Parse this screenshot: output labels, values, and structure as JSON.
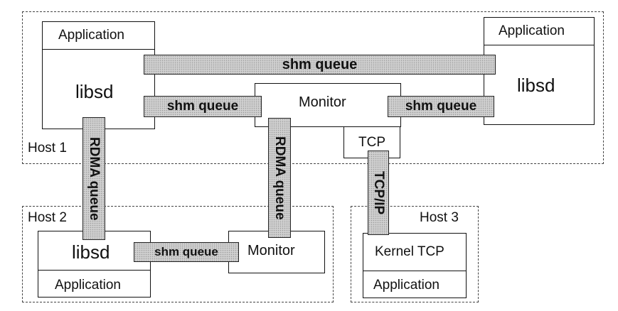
{
  "hosts": {
    "host1": "Host 1",
    "host2": "Host 2",
    "host3": "Host 3"
  },
  "host1": {
    "app_left": "Application",
    "libsd_left": "libsd",
    "app_right": "Application",
    "libsd_right": "libsd",
    "monitor": "Monitor",
    "tcp": "TCP",
    "shm_top": "shm queue",
    "shm_left": "shm queue",
    "shm_right": "shm queue"
  },
  "links": {
    "rdma_left": "RDMA queue",
    "rdma_right": "RDMA queue",
    "tcpip": "TCP/IP"
  },
  "host2": {
    "libsd": "libsd",
    "application": "Application",
    "monitor": "Monitor",
    "shm": "shm queue"
  },
  "host3": {
    "kernel_tcp": "Kernel TCP",
    "application": "Application"
  }
}
